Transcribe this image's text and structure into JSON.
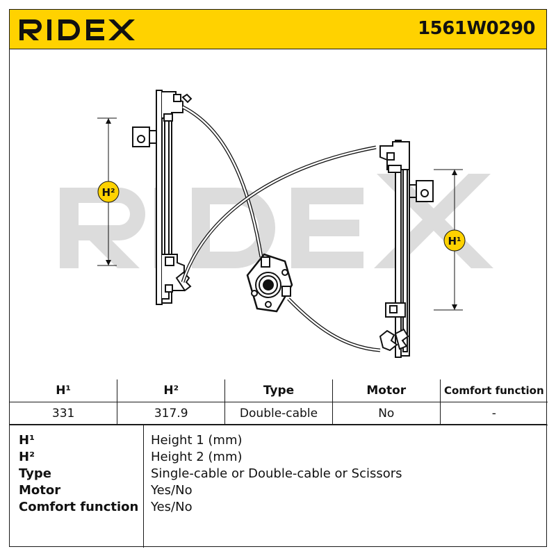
{
  "header": {
    "brand": "RIDEX",
    "part_number": "1561W0290",
    "brand_color": "#ffd200"
  },
  "drawing": {
    "watermark": "RIDEX",
    "dimension_labels": {
      "h1": "H¹",
      "h2": "H²"
    }
  },
  "specs_table": {
    "headers": [
      "H¹",
      "H²",
      "Type",
      "Motor",
      "Comfort function"
    ],
    "values": [
      "331",
      "317.9",
      "Double-cable",
      "No",
      "-"
    ]
  },
  "legend": [
    {
      "key": "H¹",
      "value": "Height 1 (mm)"
    },
    {
      "key": "H²",
      "value": "Height 2 (mm)"
    },
    {
      "key": "Type",
      "value": "Single-cable or Double-cable or Scissors"
    },
    {
      "key": "Motor",
      "value": "Yes/No"
    },
    {
      "key": "Comfort function",
      "value": "Yes/No"
    }
  ]
}
